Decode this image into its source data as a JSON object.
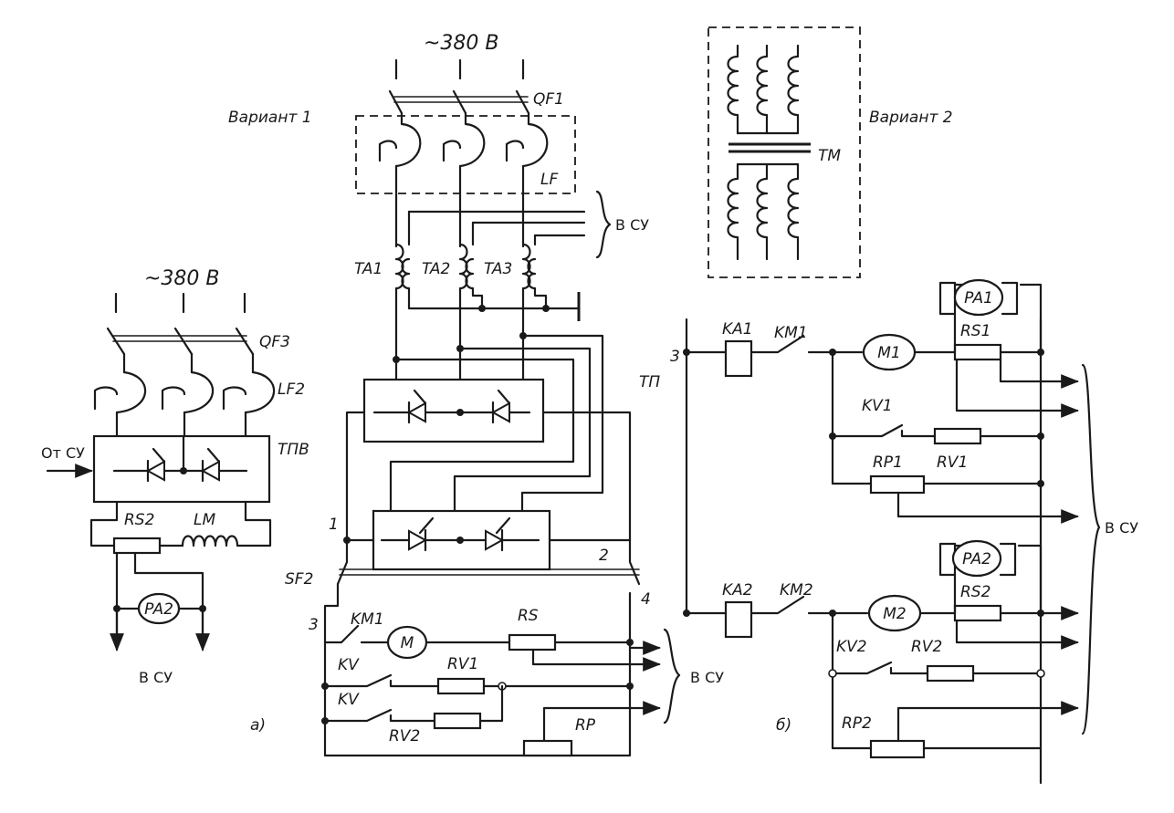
{
  "left_circuit": {
    "supply": "~380 В",
    "breaker": "QF3",
    "filter": "LF2",
    "converter": "ТПВ",
    "from_control": "От СУ",
    "shunt": "RS2",
    "field_winding": "LM",
    "ammeter": "PA2",
    "to_control": "В СУ"
  },
  "main_circuit": {
    "supply": "~380 В",
    "breaker": "QF1",
    "variant1": "Вариант 1",
    "filter": "LF",
    "current_transformers": [
      "TA1",
      "TA2",
      "TA3"
    ],
    "to_control_top": "В СУ",
    "converter": "ТП",
    "node1": "1",
    "node2": "2",
    "switch": "SF2",
    "node3": "3",
    "node4": "4",
    "contactor": "KM1",
    "motor": "M",
    "shunt": "RS",
    "relay1": "KV",
    "resistor1": "RV1",
    "relay2": "KV",
    "resistor2": "RV2",
    "pot": "RP",
    "to_control_bottom": "В СУ",
    "caption": "а)"
  },
  "variant2": {
    "label": "Вариант 2",
    "transformer": "TM"
  },
  "right_circuit": {
    "node3": "3",
    "ka1": "KA1",
    "km1": "KM1",
    "motor1": "M1",
    "ammeter1": "PA1",
    "shunt1": "RS1",
    "relay1": "KV1",
    "res1": "RV1",
    "pot1": "RP1",
    "to_control": "В СУ",
    "ka2": "KA2",
    "km2": "KM2",
    "motor2": "M2",
    "ammeter2": "PA2",
    "shunt2": "RS2",
    "relay2": "KV2",
    "res2": "RV2",
    "pot2": "RP2",
    "caption": "б)"
  }
}
